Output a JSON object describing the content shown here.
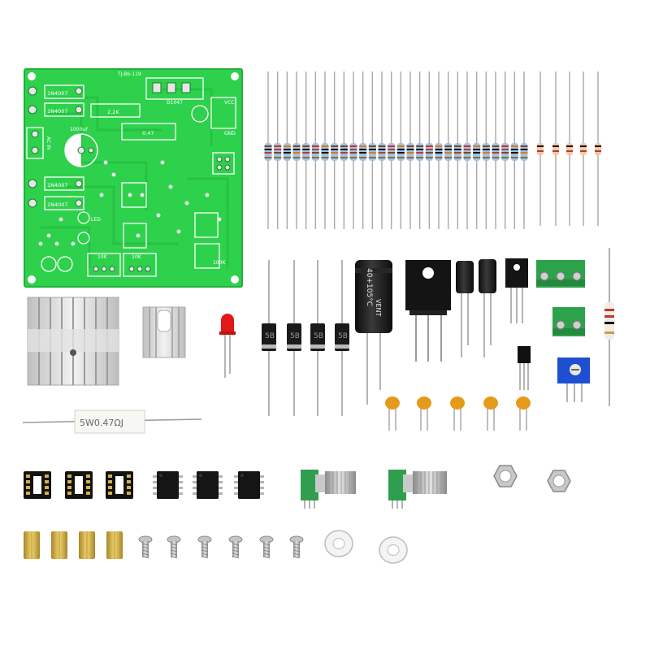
{
  "photo": {
    "subject": "DIY adjustable power supply kit components",
    "background_color": "#ffffff"
  },
  "pcb": {
    "board_id": "TJ-B6-119",
    "labels": {
      "diode_1": "1N4007",
      "diode_2": "1N4007",
      "diode_3": "1N4007",
      "diode_4": "1N4007",
      "ac_in": "AC IN",
      "resistor_22k": "2.2K",
      "resistor_047": "0.47",
      "capacitor": "1000uF",
      "transistor": "D1047",
      "vcc": "VCC",
      "gnd": "GND",
      "led": "LED",
      "pot_1": "10K",
      "pot_2": "10K",
      "trimmer": "100K"
    },
    "colors": {
      "board": "#2ed14c",
      "silkscreen": "#ffffff",
      "pad": "#e6e6e6"
    }
  },
  "parts": {
    "cement_resistor_label": "5W0.47ΩJ",
    "electrolytic_label": "40+105°C",
    "electrolytic_brand": "VENT",
    "diode_marking": "5B",
    "diode_count": 4,
    "resistor_count": 28,
    "zener_count": 5,
    "ceramic_cap_count": 5,
    "ic_socket_count": 3,
    "dip8_ic_count": 3,
    "potentiometer_count": 2,
    "standoff_count": 4,
    "screw_count": 6,
    "washer_count": 2,
    "nut_count": 2
  },
  "colors": {
    "heatsink": "#d8d8d8",
    "terminal_block": "#2ca34a",
    "trimpot": "#1e4fd1",
    "ceramic_cap": "#e59a1a",
    "brass": "#d4b24a",
    "resistor_body": "#9fc3e8",
    "led_red": "#e01818"
  }
}
